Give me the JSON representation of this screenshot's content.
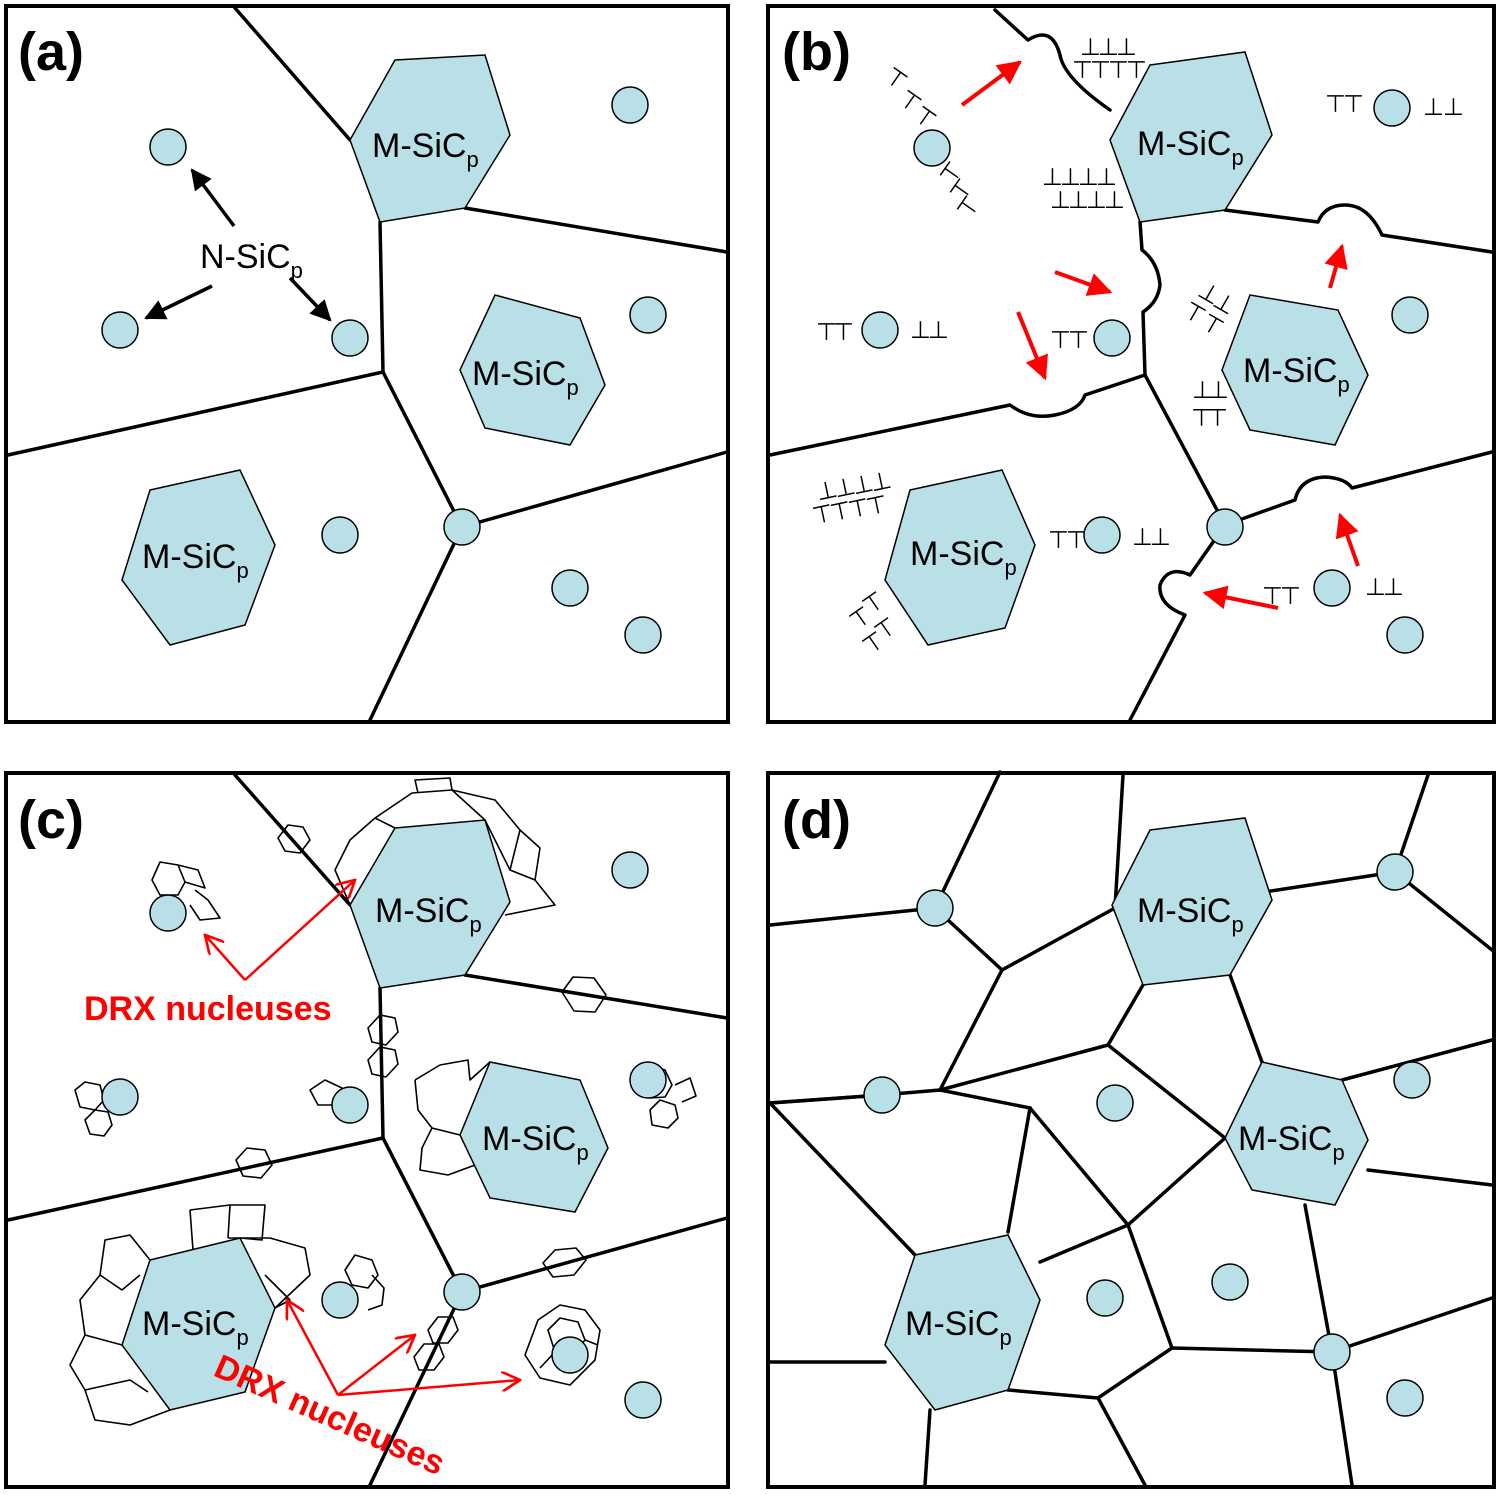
{
  "panels": {
    "a": {
      "tag": "(a)",
      "n_label": "N-SiC",
      "n_sub": "p",
      "m_label": "M-SiC",
      "m_sub": "p"
    },
    "b": {
      "tag": "(b)",
      "m_label": "M-SiC",
      "m_sub": "p"
    },
    "c": {
      "tag": "(c)",
      "m_label": "M-SiC",
      "m_sub": "p",
      "drx_label": "DRX nucleuses"
    },
    "d": {
      "tag": "(d)",
      "m_label": "M-SiC",
      "m_sub": "p"
    }
  },
  "colors": {
    "particle_fill": "#b9e0e6",
    "annotation_red": "#ff0000",
    "line": "#000000"
  },
  "symbols": {
    "dislocation_up": "⊤",
    "dislocation_down": "⊥"
  }
}
